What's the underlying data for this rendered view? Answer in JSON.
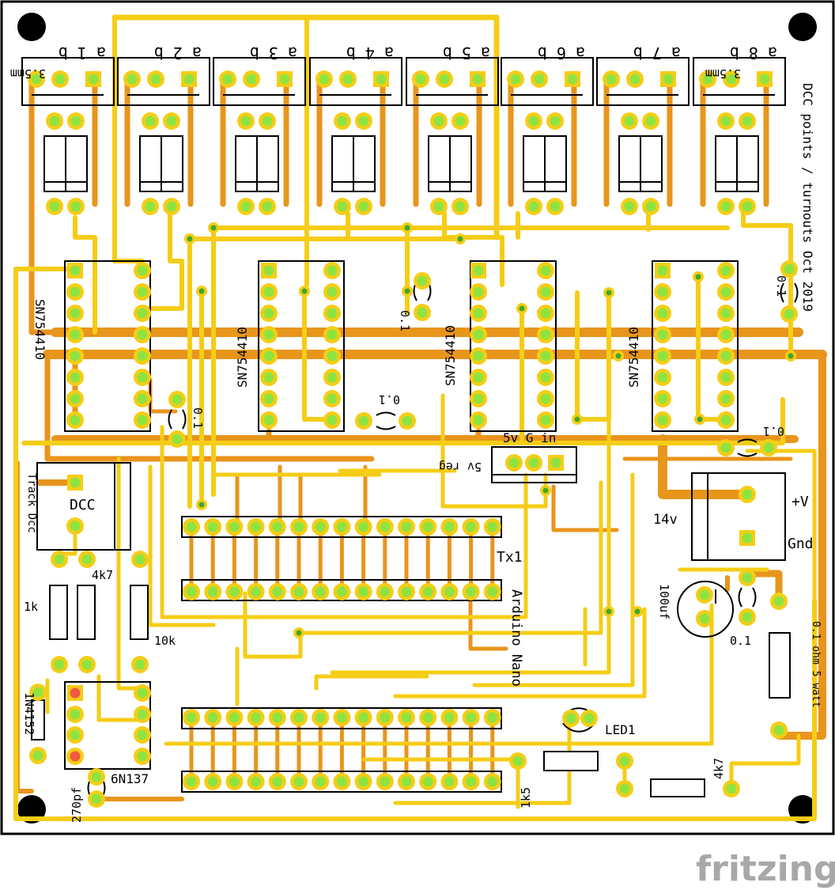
{
  "title": "DCC points / turnouts Oct 2019",
  "brand": "fritzing",
  "colors": {
    "board_outline": "#000000",
    "trace_top": "#f5cd16",
    "trace_bottom": "#e8951c",
    "pad_ring": "#f5cd16",
    "pad_fill": "#8fe340",
    "pad_alert": "#f05a40",
    "silkscreen": "#000000"
  },
  "connectors": [
    {
      "pins": "a 1 b",
      "size": "3.5mm"
    },
    {
      "pins": "a 2 b"
    },
    {
      "pins": "a 3 b"
    },
    {
      "pins": "a 4 b"
    },
    {
      "pins": "a 5 b"
    },
    {
      "pins": "a 6 b"
    },
    {
      "pins": "a 7 b"
    },
    {
      "pins": "a 8 b",
      "size": "3.5mm"
    }
  ],
  "ics": [
    "SN754410",
    "SN754410",
    "SN754410",
    "SN754410",
    "6N137"
  ],
  "capacitors": [
    "0.1",
    "0.1",
    "0.1",
    "0.1",
    "0.1",
    "0.1",
    "100uf",
    "270pf"
  ],
  "resistors": [
    "1k",
    "4k7",
    "10k",
    "1k5",
    "4k7",
    "0.1 ohm 5 watt"
  ],
  "diode": "1N4152",
  "led": "LED1",
  "regulator": "5v reg",
  "regulator_pins": "5v G in",
  "dcc_block": {
    "name": "DCC",
    "side_label": "Track Dcc"
  },
  "power_block": {
    "voltage": "14v",
    "plus": "+V",
    "minus": "Gnd"
  },
  "arduino": {
    "name": "Arduino Nano",
    "pin_label": "Tx1"
  }
}
